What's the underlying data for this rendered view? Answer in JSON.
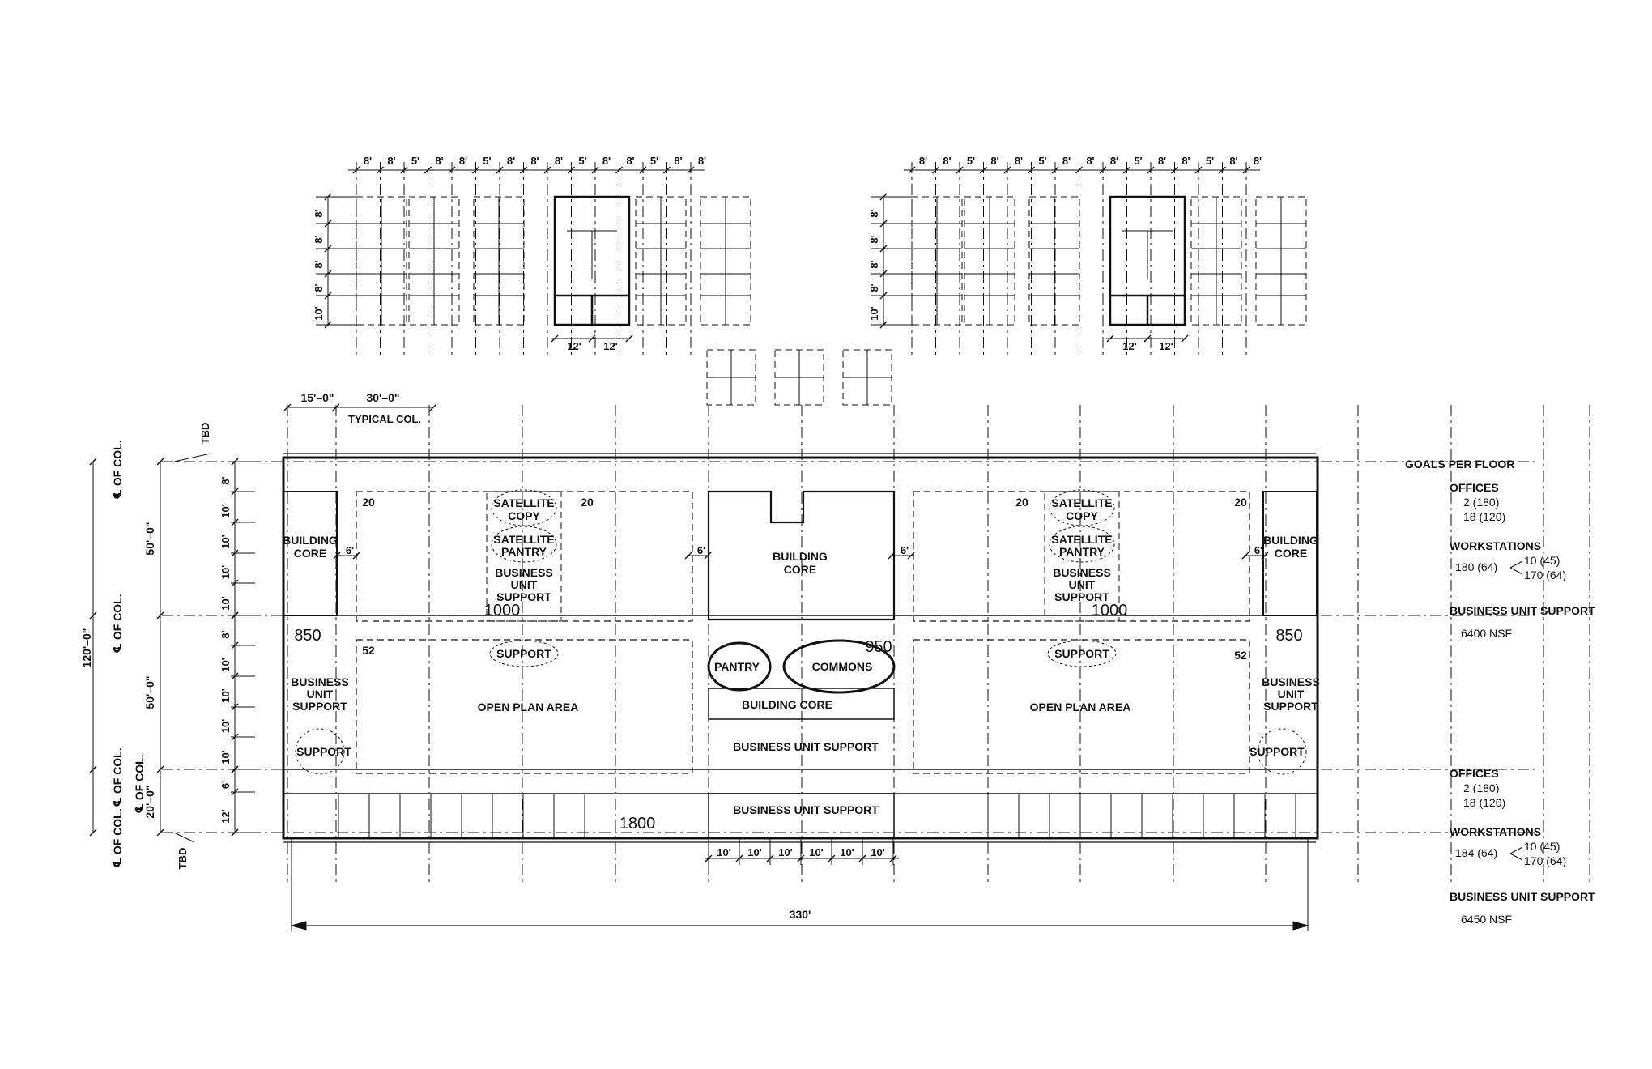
{
  "top_left": {
    "dims_top": [
      "8'",
      "8'",
      "5'",
      "8'",
      "8'",
      "5'",
      "8'",
      "8'",
      "8'",
      "5'",
      "8'",
      "8'",
      "5'",
      "8'",
      "8'"
    ],
    "dims_left": [
      "8'",
      "8'",
      "8'",
      "8'",
      "10'"
    ],
    "dims_bottom": [
      "12'",
      "12'"
    ]
  },
  "top_right": {
    "dims_top": [
      "8'",
      "8'",
      "5'",
      "8'",
      "8'",
      "5'",
      "8'",
      "8'",
      "8'",
      "5'",
      "8'",
      "8'",
      "5'",
      "8'",
      "8'"
    ],
    "dims_left": [
      "8'",
      "8'",
      "8'",
      "8'",
      "10'"
    ],
    "dims_bottom": [
      "12'",
      "12'"
    ]
  },
  "column_spacing": {
    "first": "15'–0\"",
    "typical": "30'–0\"",
    "typical_label": "TYPICAL COL."
  },
  "left_dims": {
    "tbd_top": "TBD",
    "tbd_bottom": "TBD",
    "col_labels": [
      "℄ OF COL.",
      "℄ OF COL.",
      "℄ OF COL.",
      "℄ OF COL.",
      "℄ OF COL."
    ],
    "bay1": "50'–0\"",
    "bay2": "50'–0\"",
    "bay3": "20'–0\"",
    "overall": "120'–0\"",
    "sub_bay1": [
      "8'",
      "10'",
      "10'",
      "10'",
      "10'"
    ],
    "sub_bay2": [
      "8'",
      "10'",
      "10'",
      "10'",
      "10'"
    ],
    "sub_bay3": [
      "6'",
      "12'"
    ]
  },
  "plan": {
    "building_core_left": [
      "BUILDING",
      "CORE"
    ],
    "building_core_right": [
      "BUILDING",
      "CORE"
    ],
    "building_core_center": [
      "BUILDING",
      "CORE"
    ],
    "satellite_copy": [
      "SATELLITE",
      "COPY"
    ],
    "satellite_pantry": [
      "SATELLITE",
      "PANTRY"
    ],
    "bus_unit_support_3": [
      "BUSINESS",
      "UNIT",
      "SUPPORT"
    ],
    "six_ft": "6'",
    "count_20": "20",
    "count_52": "52",
    "count_1000": "1000",
    "count_850": "850",
    "count_950": "950",
    "count_1800": "1800",
    "support": "SUPPORT",
    "open_plan_area": "OPEN PLAN AREA",
    "pantry": "PANTRY",
    "commons": "COMMONS",
    "building_core_bar": "BUILDING CORE",
    "business_unit_support": "BUSINESS  UNIT SUPPORT",
    "business_unit_support_bottom": "BUSINESS  UNIT SUPPORT",
    "bottom_dims": [
      "10'",
      "10'",
      "10'",
      "10'",
      "10'",
      "10'"
    ],
    "overall_width": "330'"
  },
  "goals": {
    "title": "GOALS PER FLOOR",
    "set1": {
      "offices_label": "OFFICES",
      "offices_lines": [
        "2 (180)",
        "18 (120)"
      ],
      "workstations_label": "WORKSTATIONS",
      "ws_total": "180 (64)",
      "ws_a": "10 (45)",
      "ws_b": "170 (64)",
      "bus_label": "BUSINESS UNIT SUPPORT",
      "bus_value": "6400 NSF"
    },
    "set2": {
      "offices_label": "OFFICES",
      "offices_lines": [
        "2 (180)",
        "18 (120)"
      ],
      "workstations_label": "WORKSTATIONS",
      "ws_total": "184 (64)",
      "ws_a": "10 (45)",
      "ws_b": "170 (64)",
      "bus_label": "BUSINESS UNIT SUPPORT",
      "bus_value": "6450 NSF"
    }
  }
}
